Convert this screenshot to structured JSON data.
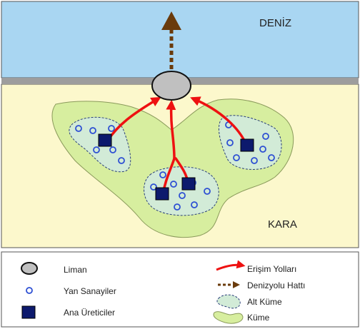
{
  "map": {
    "sea_label": "DENİZ",
    "land_label": "KARA",
    "colors": {
      "sea": "#a9d6f2",
      "land": "#fcf8cc",
      "coast": "#9d9d9d",
      "cluster": "#d7ee9f",
      "sub_cluster": "#d2ebd7",
      "port": "#c0c0c0",
      "producer": "#0d1a6d",
      "supplier": "#2d4fd3",
      "road": "#ee1111",
      "sea_route": "#6a3b0c"
    }
  },
  "legend": {
    "items_left": [
      {
        "icon": "port-icon",
        "label": "Liman"
      },
      {
        "icon": "supplier-icon",
        "label": "Yan Sanayiler"
      },
      {
        "icon": "producer-icon",
        "label": "Ana Üreticiler"
      }
    ],
    "items_right": [
      {
        "icon": "road-arrow-icon",
        "label": "Erişim Yolları"
      },
      {
        "icon": "sea-route-arrow-icon",
        "label": "Denizyolu Hattı"
      },
      {
        "icon": "sub-cluster-icon",
        "label": "Alt Küme"
      },
      {
        "icon": "cluster-icon",
        "label": "Küme"
      }
    ]
  }
}
